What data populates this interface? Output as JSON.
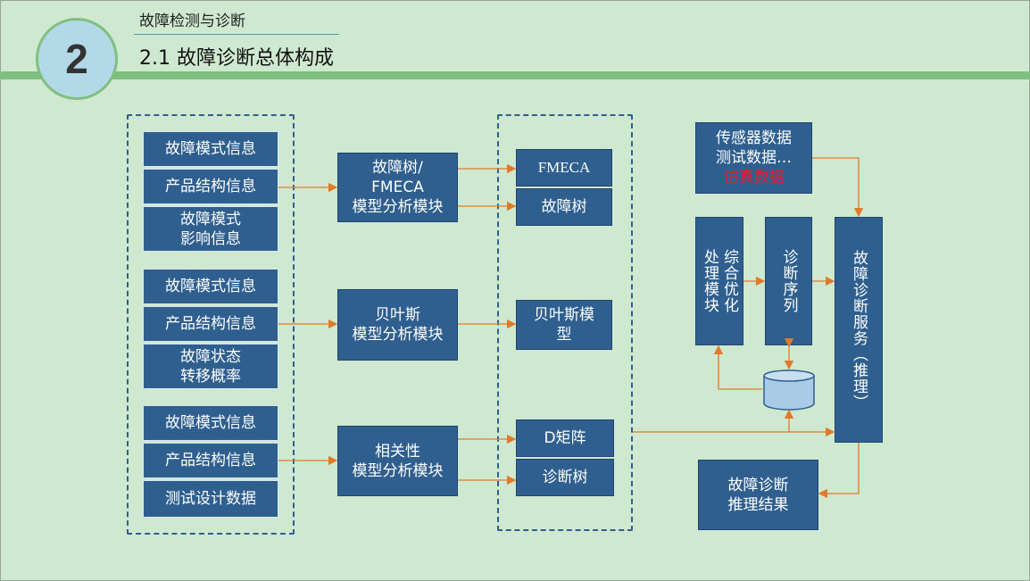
{
  "header": {
    "badge_number": "2",
    "section_title": "故障检测与诊断",
    "slide_title": "2.1 故障诊断总体构成"
  },
  "inputs": {
    "group1": [
      "故障模式信息",
      "产品结构信息",
      "故障模式\n影响信息"
    ],
    "group2": [
      "故障模式信息",
      "产品结构信息",
      "故障状态\n转移概率"
    ],
    "group3": [
      "故障模式信息",
      "产品结构信息",
      "测试设计数据"
    ]
  },
  "analysis_modules": [
    "故障树/\nFMECA\n模型分析模块",
    "贝叶斯\n模型分析模块",
    "相关性\n模型分析模块"
  ],
  "models": [
    "FMECA",
    "故障树",
    "贝叶斯模\n型",
    "D矩阵",
    "诊断树"
  ],
  "right": {
    "data_sources_line1": "传感器数据",
    "data_sources_line2": "测试数据…",
    "data_sources_line3": "仿真数据",
    "optimize_module": "综合优化\n处理模块",
    "diagnosis_sequence": "诊断序列",
    "diagnosis_service": "故障诊断服务（推理）",
    "result": "故障诊断\n推理结果"
  },
  "colors": {
    "background": "#cfe8d0",
    "box": "#2f5f8f",
    "arrow": "#e07a2a",
    "accent_band": "#7fc07f",
    "highlight_text": "#e0202a"
  }
}
